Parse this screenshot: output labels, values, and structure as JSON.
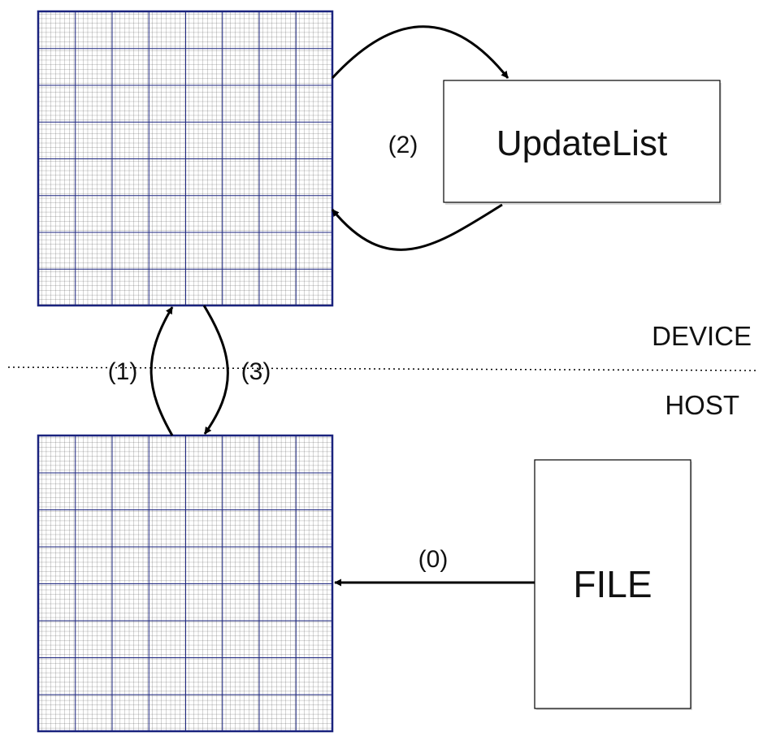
{
  "boxes": {
    "update_list": "UpdateList",
    "file": "FILE"
  },
  "steps": {
    "step0": "(0)",
    "step1": "(1)",
    "step2": "(2)",
    "step3": "(3)"
  },
  "regions": {
    "device": "DEVICE",
    "host": "HOST"
  },
  "colors": {
    "grid_major": "#1a237e",
    "grid_minor": "#555555",
    "stroke": "#000000"
  }
}
